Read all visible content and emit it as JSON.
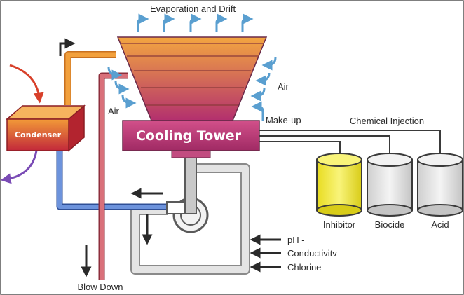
{
  "labels": {
    "evaporation": "Evaporation and Drift",
    "air_right": "Air",
    "air_left": "Air",
    "makeup": "Make-up",
    "chemical_injection": "Chemical Injection",
    "condenser": "Condenser",
    "cooling_tower": "Cooling Tower",
    "inhibitor": "Inhibitor",
    "biocide": "Biocide",
    "acid": "Acid",
    "ph": "pH -",
    "conductivity": "Conductivitv",
    "chlorine": "Chlorine",
    "blow_down": "Blow Down"
  },
  "colors": {
    "hot_pipe": "#f2a03c",
    "hot_pipe_edge": "#c8701f",
    "return_pipe": "#d9707a",
    "return_pipe_edge": "#8e2f3c",
    "cold_pipe": "#6d93dc",
    "cold_pipe_edge": "#2f4f96",
    "recirc_pipe": "#d7d7d7",
    "tower_top": "#f3a640",
    "tower_bottom": "#b3306e",
    "condenser_top": "#f29a38",
    "condenser_bottom": "#c2283a",
    "air_arrow": "#5a9fd0",
    "inhibitor_tank": "#f2ea3a",
    "biocide_tank": "#e3e3e3",
    "acid_tank": "#e3e3e3",
    "arrow_dark": "#2a2a2a",
    "arrow_red": "#d8402a",
    "arrow_purple": "#7a4bb5"
  }
}
